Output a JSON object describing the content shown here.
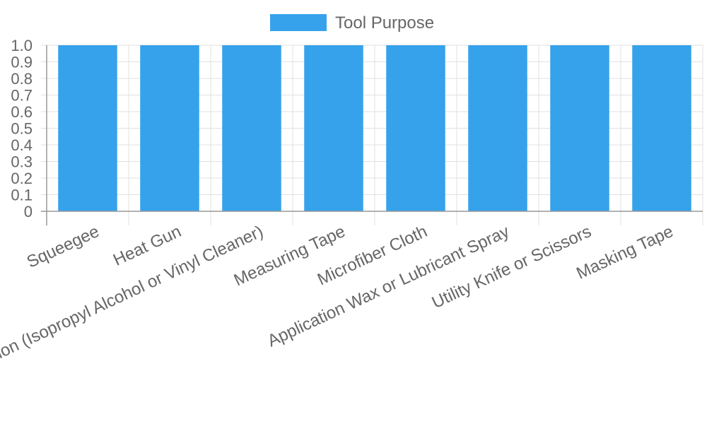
{
  "chart_data": {
    "type": "bar",
    "categories": [
      "Squeegee",
      "Heat Gun",
      "Cleaning Solution (Isopropyl Alcohol or Vinyl Cleaner)",
      "Measuring Tape",
      "Microfiber Cloth",
      "Application Wax or Lubricant Spray",
      "Utility Knife or Scissors",
      "Masking Tape"
    ],
    "series": [
      {
        "name": "Tool Purpose",
        "values": [
          1,
          1,
          1,
          1,
          1,
          1,
          1,
          1
        ],
        "color": "#36a2eb"
      }
    ],
    "ylim": [
      0,
      1
    ],
    "yticks": [
      "0",
      "0.1",
      "0.2",
      "0.3",
      "0.4",
      "0.5",
      "0.6",
      "0.7",
      "0.8",
      "0.9",
      "1.0"
    ],
    "grid": true,
    "legend": "top-center",
    "xtick_rotation_deg": -25
  }
}
